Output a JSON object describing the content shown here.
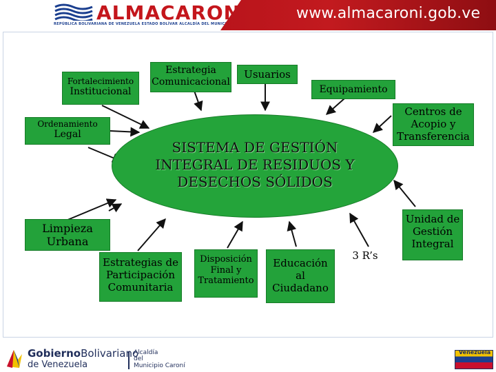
{
  "header": {
    "brand": "ALMACARONI",
    "subline": "REPÚBLICA BOLIVARIANA DE VENEZUELA   ESTADO BOLÍVAR   ALCALDÍA DEL MUNICIPIO CARONÍ",
    "url": "www.almacaroni.gob.ve"
  },
  "diagram": {
    "center": "SISTEMA DE GESTIÓN INTEGRAL DE RESIDUOS Y DESECHOS SÓLIDOS",
    "center_lines": [
      "SISTEMA DE GESTIÓN",
      "INTEGRAL DE RESIDUOS Y",
      "DESECHOS SÓLIDOS"
    ],
    "nodes": {
      "fortalecimiento": [
        "Fortalecimiento",
        "Institucional"
      ],
      "estrategia": [
        "Estrategia",
        "Comunicacional"
      ],
      "usuarios": "Usuarios",
      "equipamiento": "Equipamiento",
      "centros": [
        "Centros de",
        "Acopio y",
        "Transferencia"
      ],
      "ordenamiento": [
        "Ordenamiento",
        "Legal"
      ],
      "limpieza": [
        "Limpieza",
        "Urbana"
      ],
      "participacion": [
        "Estrategias de",
        "Participación",
        "Comunitaria"
      ],
      "disposicion": [
        "Disposición",
        "Final y",
        "Tratamiento"
      ],
      "educacion": [
        "Educación",
        "al",
        "Ciudadano"
      ],
      "tres_r": "3 R’s",
      "unidad": [
        "Unidad de",
        "Gestión",
        "Integral"
      ]
    },
    "colors": {
      "box_green": "#23a23a",
      "ellipse_green": "#24a43a",
      "arrow": "#111111"
    }
  },
  "footer": {
    "gob_bold": "Gobierno",
    "gob_rest": "Bolivariano",
    "gob_line2": "de Venezuela",
    "alcaldia": [
      "Alcaldía",
      "del",
      "Municipio Caroní"
    ],
    "badge": "Venezuela"
  }
}
